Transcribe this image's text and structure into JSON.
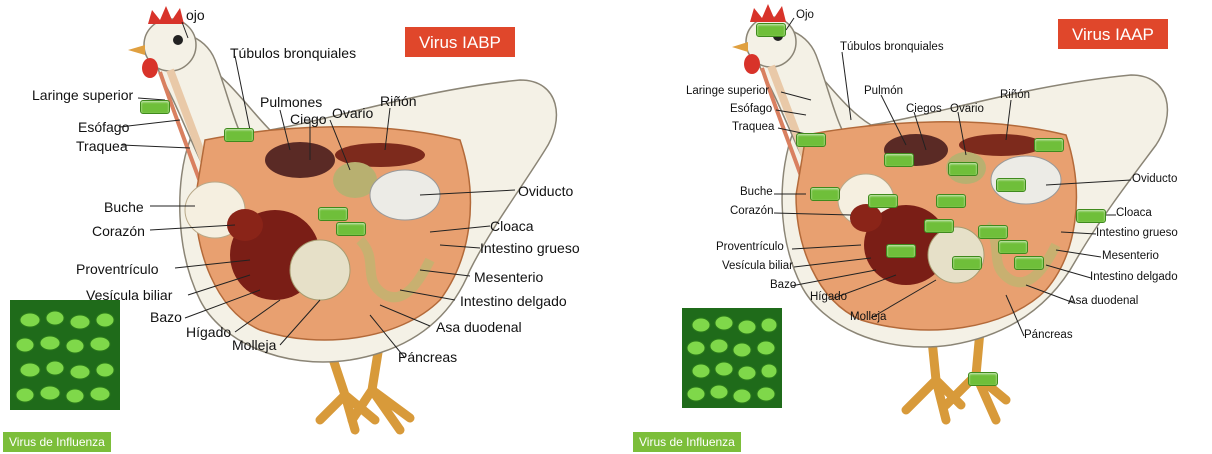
{
  "left": {
    "badge": "Virus IABP",
    "caption": "Virus de Influenza",
    "labels": {
      "ojo": "ojo",
      "tubulos": "Túbulos bronquiales",
      "laringe": "Laringe superior",
      "esofago": "Esófago",
      "traquea": "Traquea",
      "pulmones": "Pulmones",
      "ciego": "Ciego",
      "ovario": "Ovario",
      "rinon": "Riñón",
      "oviducto": "Oviducto",
      "buche": "Buche",
      "corazon": "Corazón",
      "cloaca": "Cloaca",
      "intestino_grueso": "Intestino grueso",
      "proventriculo": "Proventrículo",
      "mesenterio": "Mesenterio",
      "vesicula": "Vesícula biliar",
      "intestino_delgado": "Intestino delgado",
      "bazo": "Bazo",
      "asa": "Asa duodenal",
      "higado": "Hígado",
      "molleja": "Molleja",
      "pancreas": "Páncreas"
    }
  },
  "right": {
    "badge": "Virus IAAP",
    "caption": "Virus de Influenza",
    "labels": {
      "ojo": "Ojo",
      "tubulos": "Túbulos bronquiales",
      "laringe": "Laringe superior",
      "esofago": "Esófago",
      "traquea": "Traquea",
      "pulmon": "Pulmón",
      "ciegos": "Ciegos",
      "ovario": "Ovario",
      "rinon": "Riñón",
      "oviducto": "Oviducto",
      "buche": "Buche",
      "corazon": "Corazón",
      "cloaca": "Cloaca",
      "intestino_grueso": "Intestino grueso",
      "proventriculo": "Proventrículo",
      "mesenterio": "Mesenterio",
      "vesicula": "Vesícula biliar",
      "intestino_delgado": "Intestino delgado",
      "bazo": "Bazo",
      "asa": "Asa duodenal",
      "higado": "Hígado",
      "molleja": "Molleja",
      "pancreas": "Páncreas"
    }
  },
  "colors": {
    "badge": "#e0472b",
    "marker": "#6fbf3a",
    "caption": "#7cbe3a",
    "body": "#f4f1e6",
    "cavity": "#e8a070",
    "liver": "#7a1e16",
    "legs": "#d89a3a"
  }
}
